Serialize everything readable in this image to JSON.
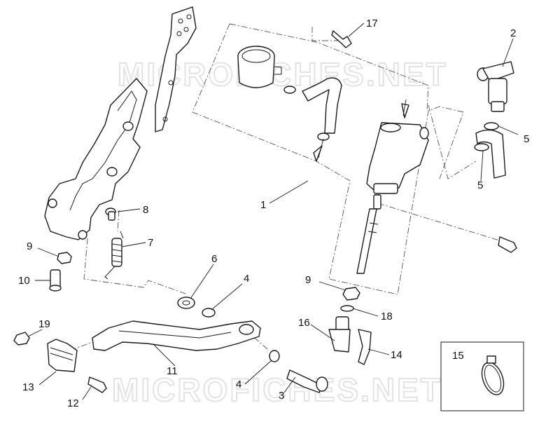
{
  "watermark": "MICROFICHES.NET",
  "callouts": [
    {
      "id": "c1",
      "text": "1"
    },
    {
      "id": "c2",
      "text": "2"
    },
    {
      "id": "c3",
      "text": "3"
    },
    {
      "id": "c4a",
      "text": "4"
    },
    {
      "id": "c4b",
      "text": "4"
    },
    {
      "id": "c5a",
      "text": "5"
    },
    {
      "id": "c5b",
      "text": "5"
    },
    {
      "id": "c6",
      "text": "6"
    },
    {
      "id": "c7",
      "text": "7"
    },
    {
      "id": "c8",
      "text": "8"
    },
    {
      "id": "c9a",
      "text": "9"
    },
    {
      "id": "c9b",
      "text": "9"
    },
    {
      "id": "c10",
      "text": "10"
    },
    {
      "id": "c11",
      "text": "11"
    },
    {
      "id": "c12",
      "text": "12"
    },
    {
      "id": "c13",
      "text": "13"
    },
    {
      "id": "c14",
      "text": "14"
    },
    {
      "id": "c15",
      "text": "15"
    },
    {
      "id": "c16",
      "text": "16"
    },
    {
      "id": "c17",
      "text": "17"
    },
    {
      "id": "c18",
      "text": "18"
    },
    {
      "id": "c19",
      "text": "19"
    }
  ]
}
